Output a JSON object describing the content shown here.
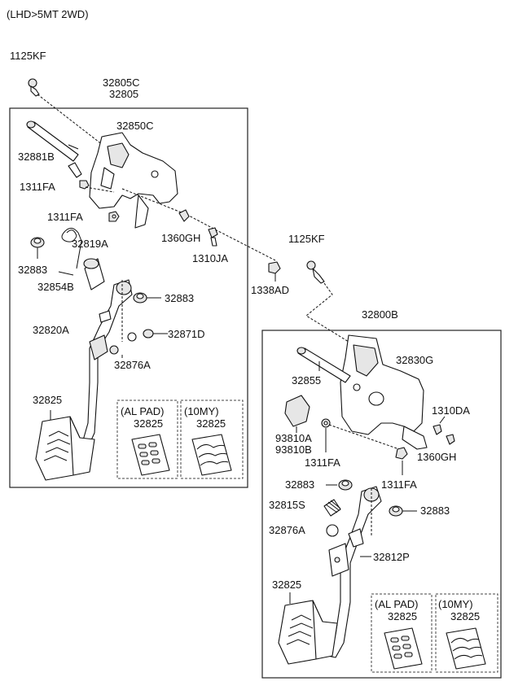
{
  "title": "(LHD>5MT 2WD)",
  "labels": {
    "bolt_1125kf_a": "1125KF",
    "assy_top_a": "32805C",
    "assy_top_b": "32805",
    "bracket_a": "32850C",
    "pin_a": "32881B",
    "bolt_1311fa_a1": "1311FA",
    "nut_1311fa_a2": "1311FA",
    "spring_a": "32819A",
    "bush_a1": "32883",
    "spring_b": "32854B",
    "bush_a2": "32883",
    "pedal_arm_a": "32820A",
    "stopper_a": "32871D",
    "switch_a": "32876A",
    "pad_a": "32825",
    "nut_1360gh_a": "1360GH",
    "bolt_1310ja": "1310JA",
    "nut_1338ad": "1338AD",
    "bolt_1125kf_b": "1125KF",
    "assy_b": "32800B",
    "bracket_b": "32830G",
    "pin_b": "32855",
    "nut_1310da": "1310DA",
    "sw_a": "93810A",
    "sw_b": "93810B",
    "bolt_1311fa_b1": "1311FA",
    "nut_1360gh_b": "1360GH",
    "bolt_1311fa_b2": "1311FA",
    "bush_b1": "32883",
    "spring_s": "32815S",
    "bush_b2": "32883",
    "switch_b": "32876A",
    "pedal_arm_b": "32812P",
    "pad_b": "32825"
  },
  "option_boxes": {
    "al_pad_a": {
      "heading": "(AL PAD)",
      "part": "32825"
    },
    "my10_a": {
      "heading": "(10MY)",
      "part": "32825"
    },
    "al_pad_b": {
      "heading": "(AL PAD)",
      "part": "32825"
    },
    "my10_b": {
      "heading": "(10MY)",
      "part": "32825"
    }
  }
}
